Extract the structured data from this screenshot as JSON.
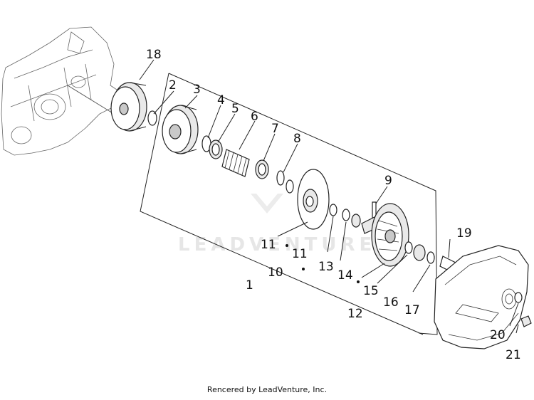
{
  "watermark": "LEADVENTURE",
  "footer": "Rencered by LeadVenture, Inc.",
  "callouts": [
    {
      "id": "18",
      "label": "18"
    },
    {
      "id": "2",
      "label": "2"
    },
    {
      "id": "3",
      "label": "3"
    },
    {
      "id": "4",
      "label": "4"
    },
    {
      "id": "5",
      "label": "5"
    },
    {
      "id": "6",
      "label": "6"
    },
    {
      "id": "7",
      "label": "7"
    },
    {
      "id": "8",
      "label": "8"
    },
    {
      "id": "9",
      "label": "9"
    },
    {
      "id": "11a",
      "label": "11"
    },
    {
      "id": "11b",
      "label": "11"
    },
    {
      "id": "10",
      "label": "10"
    },
    {
      "id": "13",
      "label": "13"
    },
    {
      "id": "14",
      "label": "14"
    },
    {
      "id": "15",
      "label": "15"
    },
    {
      "id": "16",
      "label": "16"
    },
    {
      "id": "17",
      "label": "17"
    },
    {
      "id": "1",
      "label": "1"
    },
    {
      "id": "12",
      "label": "12"
    },
    {
      "id": "19",
      "label": "19"
    },
    {
      "id": "20",
      "label": "20"
    },
    {
      "id": "21",
      "label": "21"
    }
  ]
}
